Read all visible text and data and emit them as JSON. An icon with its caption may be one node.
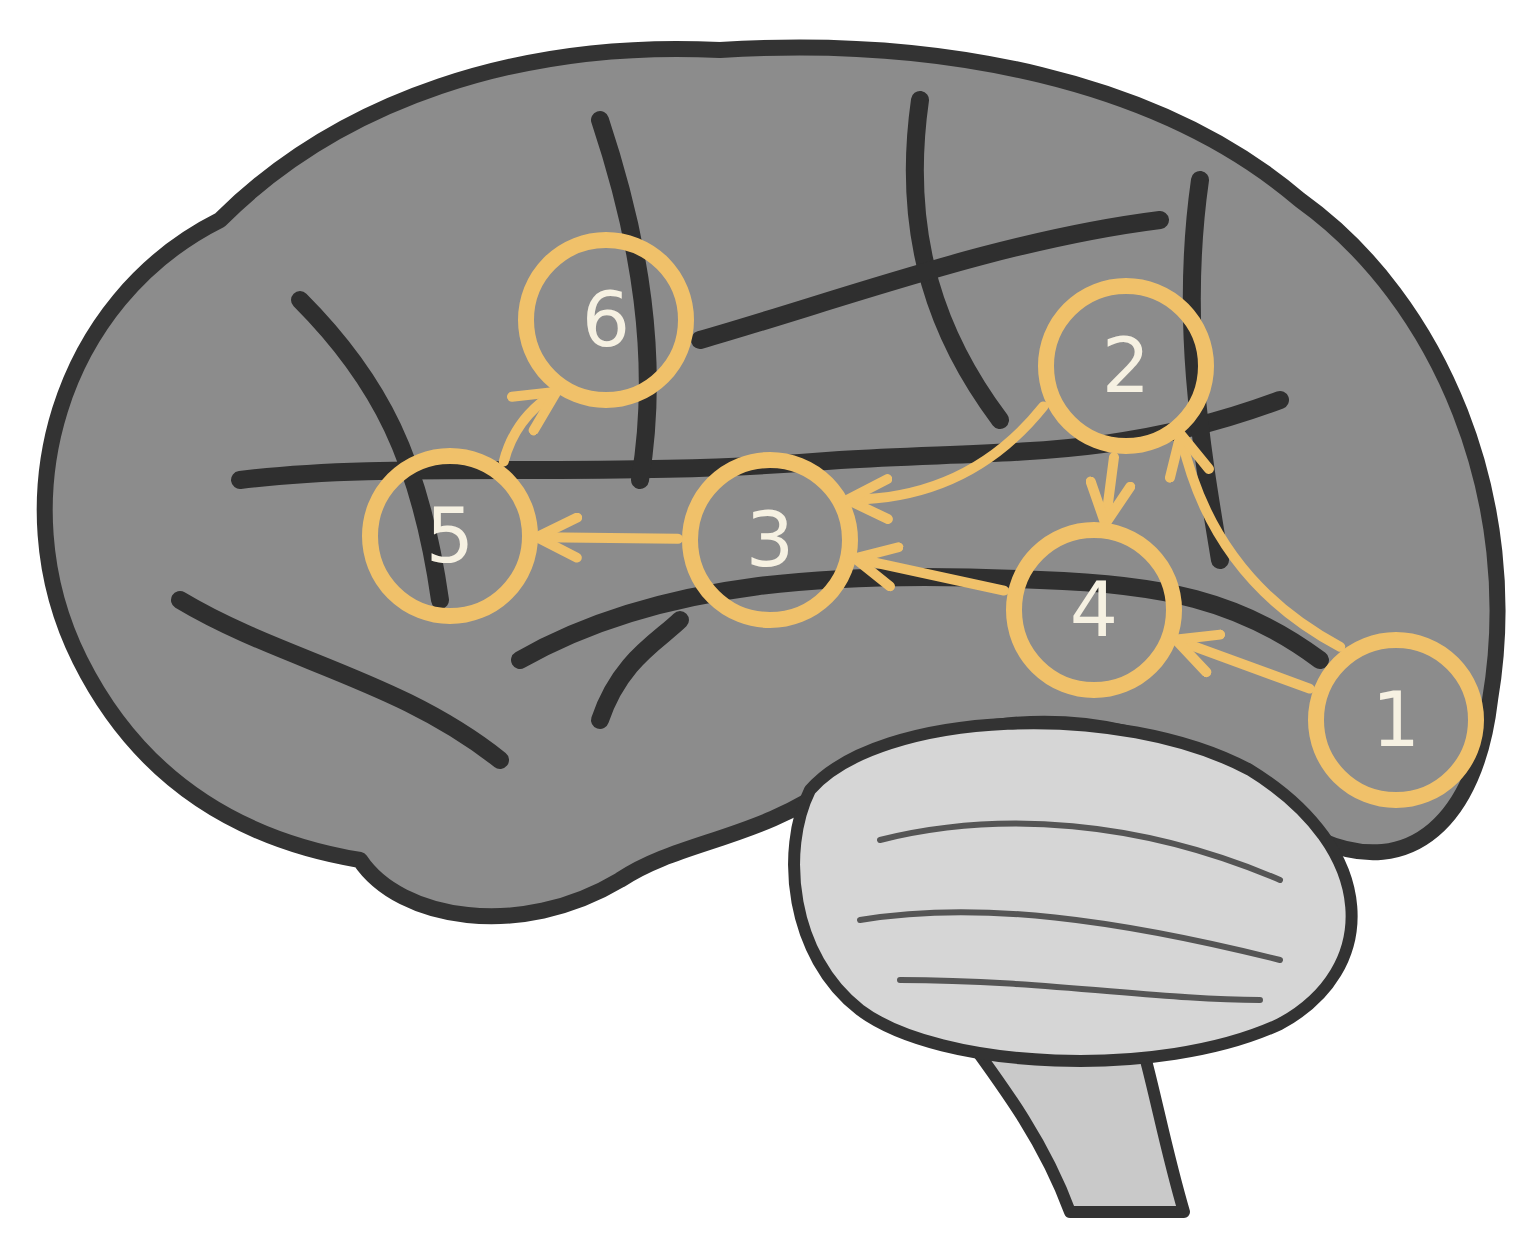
{
  "diagram": {
    "nodes": [
      {
        "text": [
          "1"
        ]
      },
      {
        "text": [
          "2"
        ]
      },
      {
        "text": [
          "3"
        ]
      },
      {
        "text": [
          "4"
        ]
      },
      {
        "text": [
          "5"
        ]
      },
      {
        "text": [
          "6"
        ]
      }
    ],
    "edges": [
      {
        "from": 0,
        "to": 1,
        "arrow": "to"
      },
      {
        "from": 0,
        "to": 3,
        "arrow": "to"
      },
      {
        "from": 1,
        "to": 2,
        "arrow": "to"
      },
      {
        "from": 1,
        "to": 3,
        "arrow": "to"
      },
      {
        "from": 3,
        "to": 2,
        "arrow": "to"
      },
      {
        "from": 2,
        "to": 4,
        "arrow": "to"
      },
      {
        "from": 4,
        "to": 5,
        "arrow": "to"
      }
    ]
  }
}
